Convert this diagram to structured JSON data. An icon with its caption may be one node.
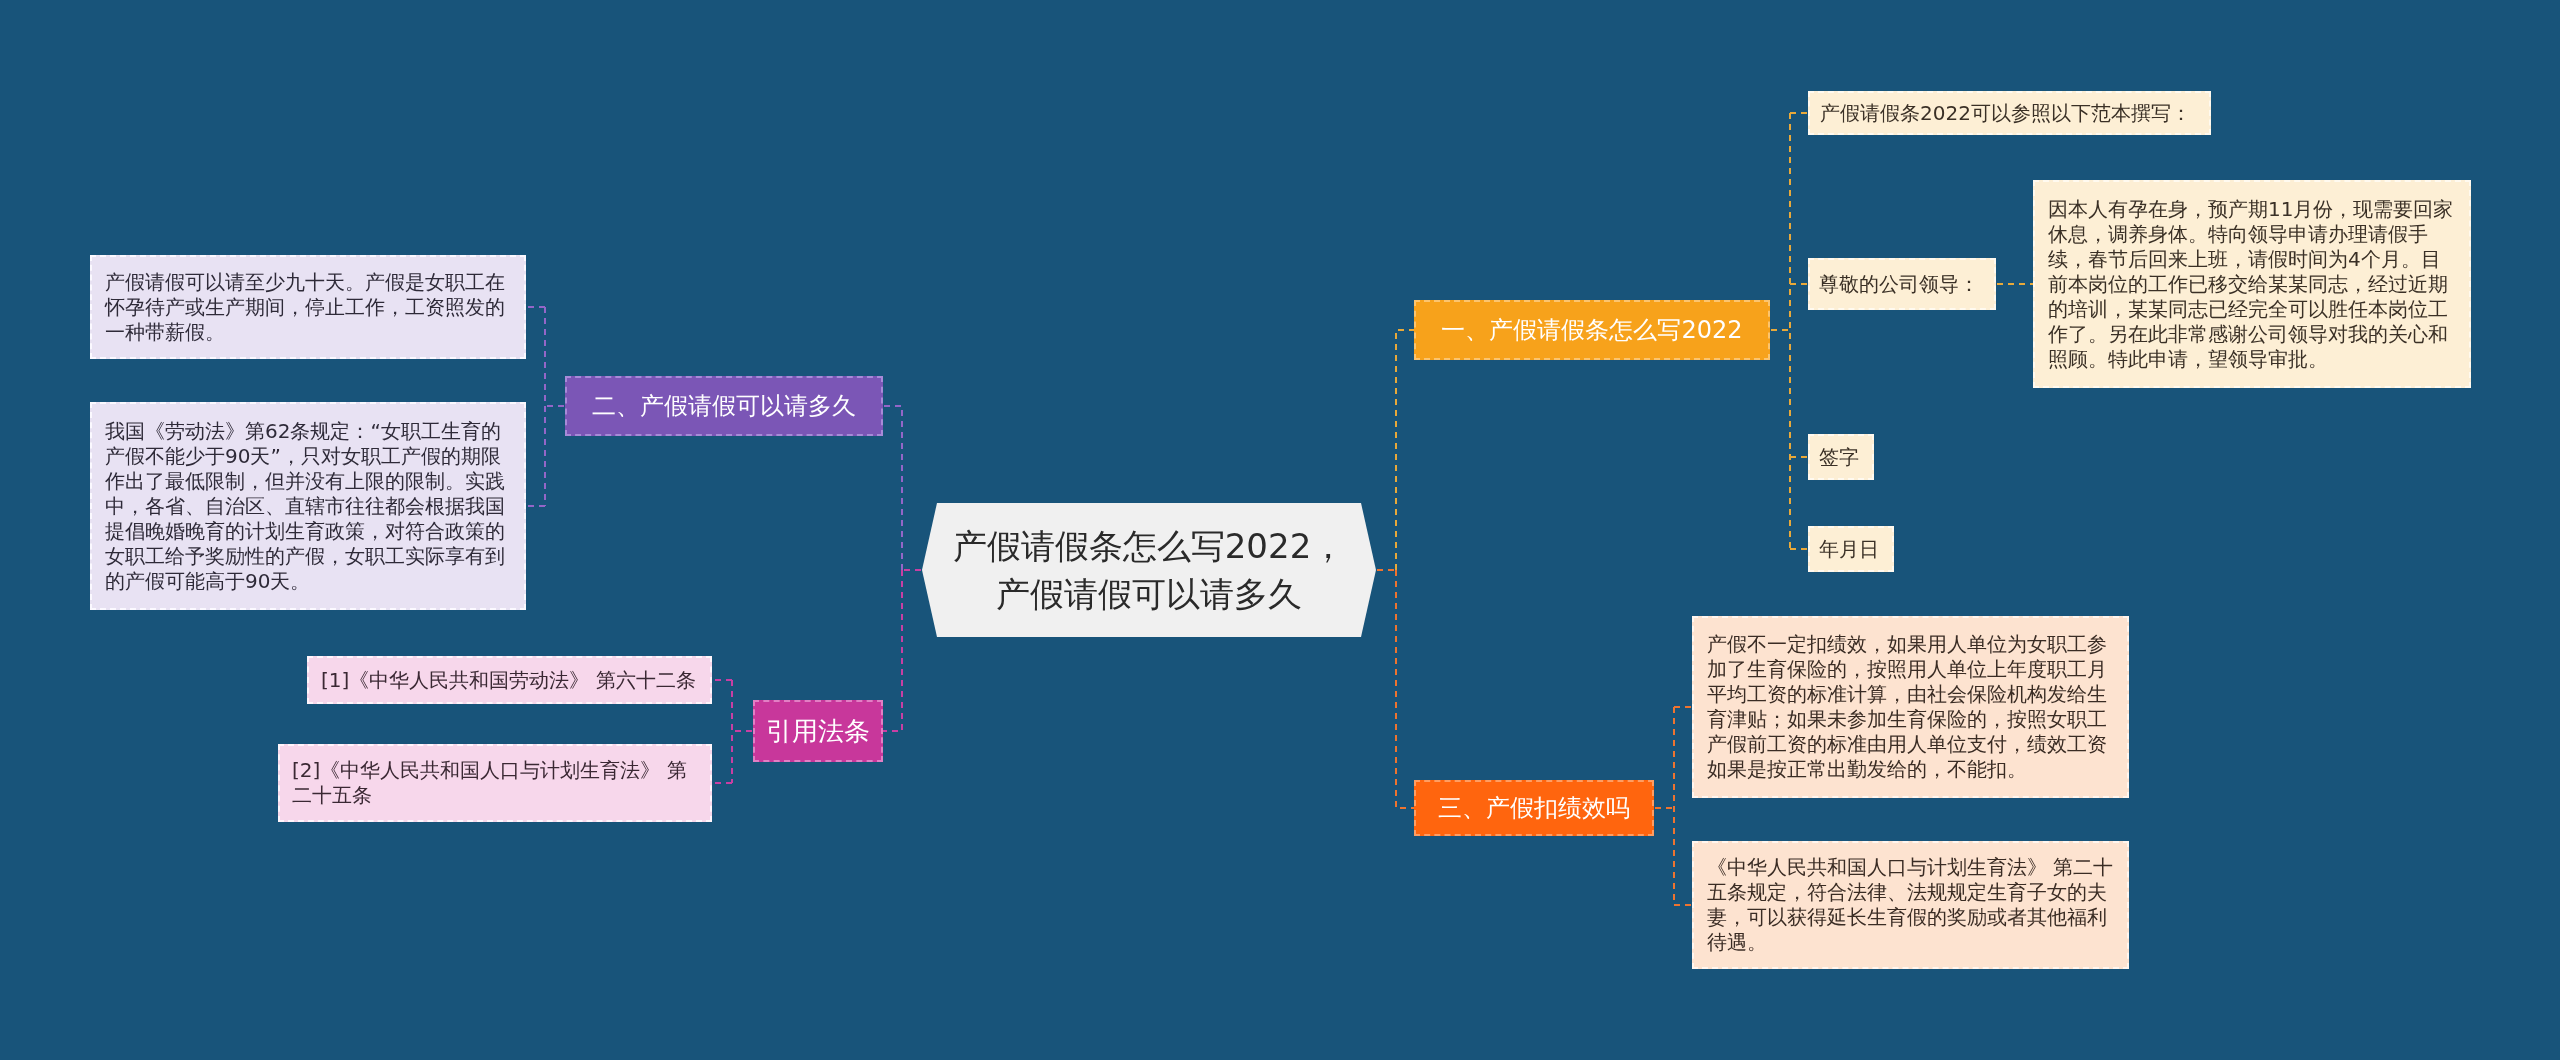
{
  "diagram": {
    "nodes": [
      {
        "text": [
          "产假请假条怎么写2022，产假请假可以请多久"
        ]
      },
      {
        "text": [
          "一、产假请假条怎么写2022"
        ]
      },
      {
        "text": [
          "产假请假条2022可以参照以下范本撰写："
        ]
      },
      {
        "text": [
          "尊敬的公司领导："
        ]
      },
      {
        "text": [
          "因本人有孕在身，预产期11月份，现需要回家休息，调养身体。特向领导申请办理请假手续，春节后回来上班，请假时间为4个月。目前本岗位的工作已移交给某某同志，经过近期的培训，某某同志已经完全可以胜任本岗位工作了。另在此非常感谢公司领导对我的关心和照顾。特此申请，望领导审批。"
        ]
      },
      {
        "text": [
          "签字"
        ]
      },
      {
        "text": [
          "年月日"
        ]
      },
      {
        "text": [
          "三、产假扣绩效吗"
        ]
      },
      {
        "text": [
          "产假不一定扣绩效，如果用人单位为女职工参加了生育保险的，按照用人单位上年度职工月平均工资的标准计算，由社会保险机构发给生育津贴；如果未参加生育保险的，按照女职工产假前工资的标准由用人单位支付，绩效工资如果是按正常出勤发给的，不能扣。"
        ]
      },
      {
        "text": [
          "《中华人民共和国人口与计划生育法》 第二十五条规定，符合法律、法规规定生育子女的夫妻，可以获得延长生育假的奖励或者其他福利待遇。"
        ]
      },
      {
        "text": [
          "二、产假请假可以请多久"
        ]
      },
      {
        "text": [
          "产假请假可以请至少九十天。产假是女职工在怀孕待产或生产期间，停止工作，工资照发的一种带薪假。"
        ]
      },
      {
        "text": [
          "我国《劳动法》第62条规定：“女职工生育的产假不能少于90天”，只对女职工产假的期限作出了最低限制，但并没有上限的限制。实践中，各省、自治区、直辖市往往都会根据我国提倡晚婚晚育的计划生育政策，对符合政策的女职工给予奖励性的产假，女职工实际享有到的产假可能高于90天。"
        ]
      },
      {
        "text": [
          "引用法条"
        ]
      },
      {
        "text": [
          "[1]《中华人民共和国劳动法》 第六十二条"
        ]
      },
      {
        "text": [
          "[2]《中华人民共和国人口与计划生育法》 第二十五条"
        ]
      }
    ],
    "edges": [
      {
        "from": 0,
        "to": 1,
        "arrow": "none"
      },
      {
        "from": 1,
        "to": 2,
        "arrow": "none"
      },
      {
        "from": 1,
        "to": 3,
        "arrow": "none"
      },
      {
        "from": 3,
        "to": 4,
        "arrow": "none"
      },
      {
        "from": 1,
        "to": 5,
        "arrow": "none"
      },
      {
        "from": 1,
        "to": 6,
        "arrow": "none"
      },
      {
        "from": 0,
        "to": 7,
        "arrow": "none",
        "color": "#ee7430"
      },
      {
        "from": 7,
        "to": 8,
        "arrow": "none",
        "color": "#ee7430"
      },
      {
        "from": 7,
        "to": 9,
        "arrow": "none",
        "color": "#ee7430"
      },
      {
        "from": 0,
        "to": 10,
        "arrow": "none",
        "color": "#9466c8"
      },
      {
        "from": 10,
        "to": 11,
        "arrow": "none",
        "color": "#9466c8"
      },
      {
        "from": 10,
        "to": 12,
        "arrow": "none",
        "color": "#9466c8"
      },
      {
        "from": 0,
        "to": 13,
        "arrow": "none",
        "color": "#c83fa3"
      },
      {
        "from": 13,
        "to": 14,
        "arrow": "none",
        "color": "#c83fa3"
      },
      {
        "from": 13,
        "to": 15,
        "arrow": "none",
        "color": "#c83fa3"
      }
    ]
  }
}
